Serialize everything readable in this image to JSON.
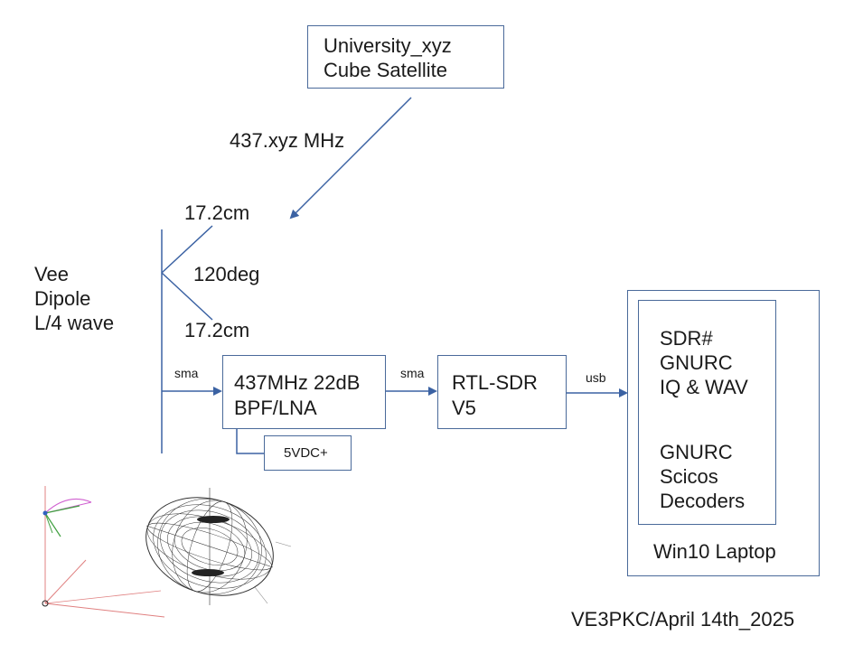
{
  "satellite": {
    "line1": "University_xyz",
    "line2": "Cube Satellite"
  },
  "frequency_label": "437.xyz MHz",
  "antenna": {
    "leg_top_label": "17.2cm",
    "angle_label": "120deg",
    "leg_bottom_label": "17.2cm",
    "title_line1": "Vee",
    "title_line2": "Dipole",
    "title_line3": "L/4 wave"
  },
  "connectors": {
    "sma1": "sma",
    "sma2": "sma",
    "usb": "usb"
  },
  "lna": {
    "line1": "437MHz 22dB",
    "line2": "BPF/LNA"
  },
  "power": {
    "label": "5VDC+"
  },
  "sdr": {
    "line1": "RTL-SDR",
    "line2": "V5"
  },
  "laptop": {
    "inner_top": [
      "SDR#",
      "GNURC",
      "IQ & WAV"
    ],
    "inner_bottom": [
      "GNURC",
      "Scicos",
      "Decoders"
    ],
    "label": "Win10 Laptop"
  },
  "footer": "VE3PKC/April 14th_2025",
  "colors": {
    "line": "#3b62a3",
    "box_border": "#4a6a9a",
    "axis": "#e06060"
  }
}
